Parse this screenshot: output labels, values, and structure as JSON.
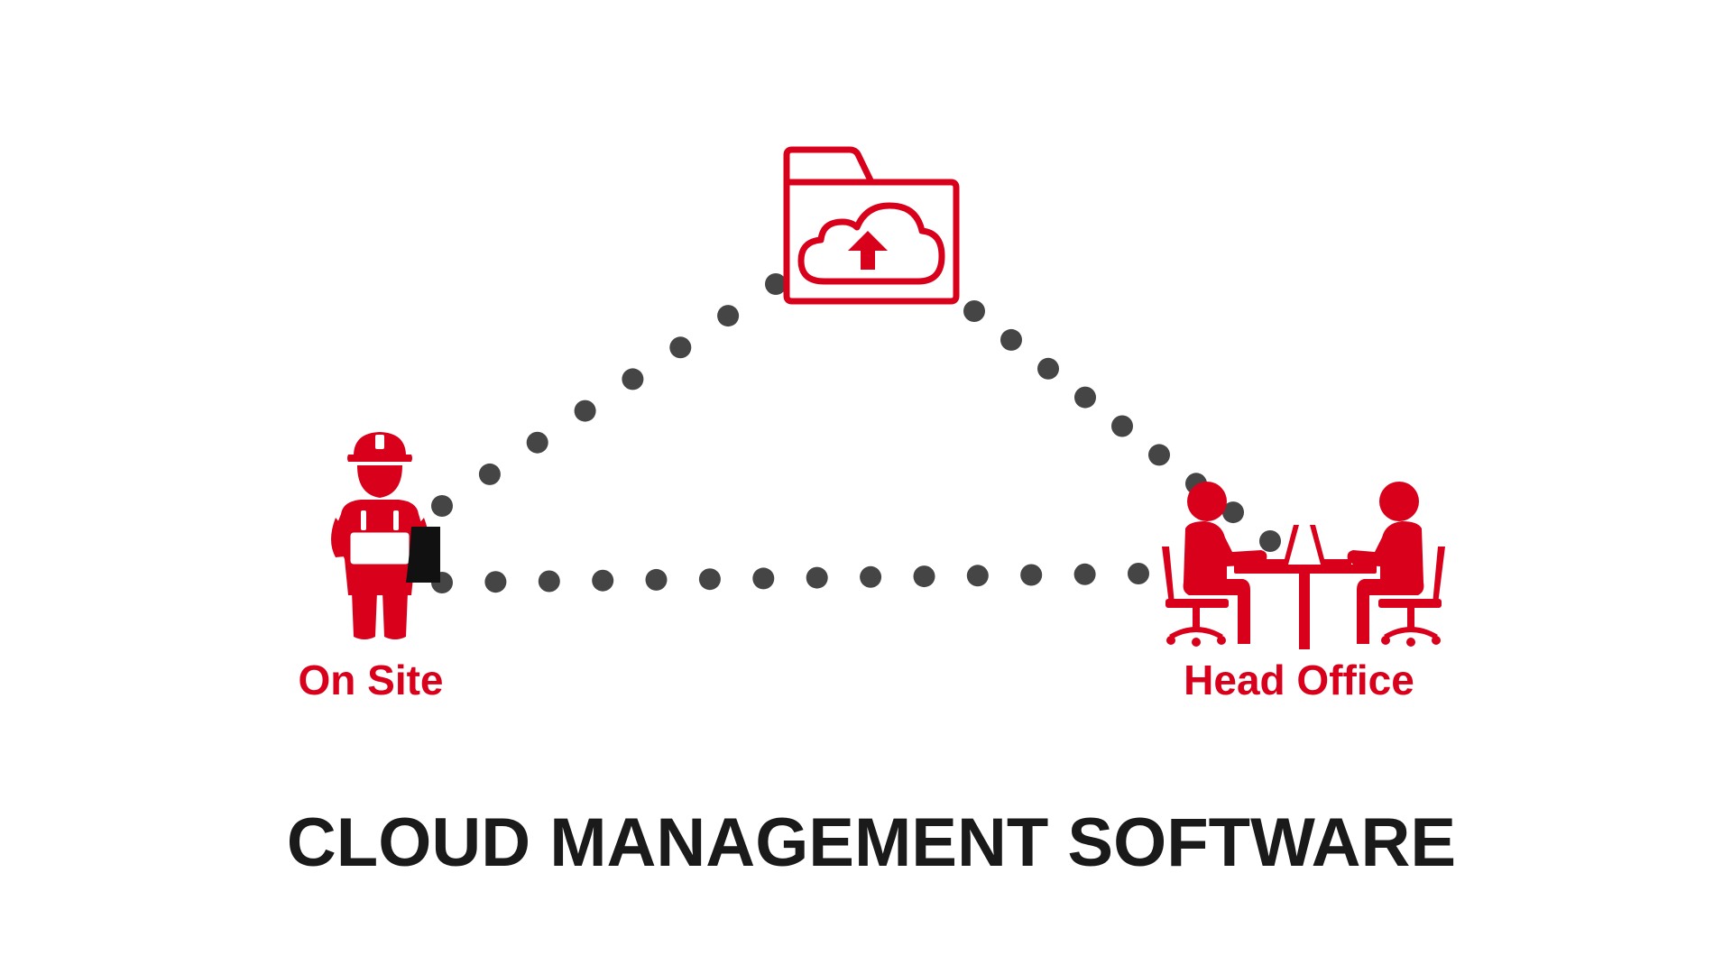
{
  "colors": {
    "accent": "#d9001b",
    "dot": "#454545",
    "text": "#1a1a1a",
    "background": "#ffffff"
  },
  "nodes": {
    "on_site": {
      "label": "On Site",
      "icon": "construction-worker-icon"
    },
    "cloud": {
      "icon": "cloud-upload-folder-icon"
    },
    "head_office": {
      "label": "Head Office",
      "icon": "office-meeting-icon"
    }
  },
  "connections": [
    {
      "from": "on_site",
      "to": "cloud",
      "style": "dotted"
    },
    {
      "from": "cloud",
      "to": "head_office",
      "style": "dotted"
    },
    {
      "from": "on_site",
      "to": "head_office",
      "style": "dotted"
    }
  ],
  "caption": "CLOUD MANAGEMENT SOFTWARE"
}
